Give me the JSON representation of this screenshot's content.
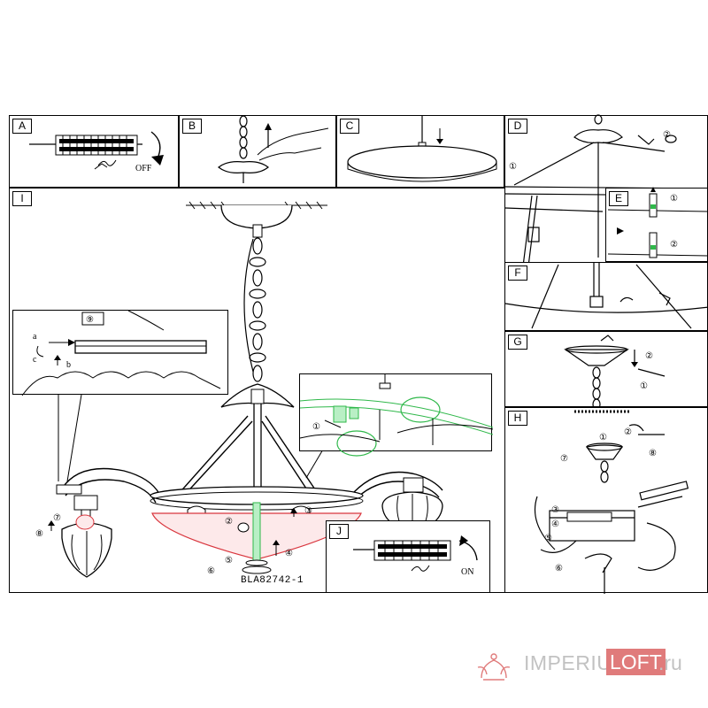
{
  "panels": {
    "A": {
      "label": "A",
      "note": "OFF"
    },
    "B": {
      "label": "B"
    },
    "C": {
      "label": "C"
    },
    "D": {
      "label": "D",
      "steps": [
        "①",
        "②"
      ]
    },
    "E": {
      "label": "E",
      "steps": [
        "①",
        "②"
      ]
    },
    "F": {
      "label": "F"
    },
    "G": {
      "label": "G",
      "steps": [
        "①",
        "②"
      ]
    },
    "H": {
      "label": "H",
      "steps": [
        "①",
        "②",
        "③",
        "④",
        "⑤",
        "⑥",
        "⑦",
        "⑧"
      ]
    },
    "I": {
      "label": "I"
    },
    "J": {
      "label": "J",
      "note": "ON"
    },
    "inset9": {
      "label": "⑨",
      "letters": [
        "a",
        "b",
        "c"
      ]
    },
    "detail1": {
      "step": "①"
    }
  },
  "main": {
    "steps": [
      "②",
      "③",
      "④",
      "⑤",
      "⑥",
      "⑦",
      "⑧"
    ],
    "model": "BLA82742-1"
  },
  "watermark": {
    "part1": "IMPERIUM",
    "part2": "LOFT",
    "part3": ".ru",
    "colors": {
      "text": "#c2c2c2",
      "box": "#e07b7b"
    }
  },
  "colors": {
    "line": "#000000",
    "green": "#2fb84a",
    "red": "#d9363e",
    "gray": "#888888"
  }
}
